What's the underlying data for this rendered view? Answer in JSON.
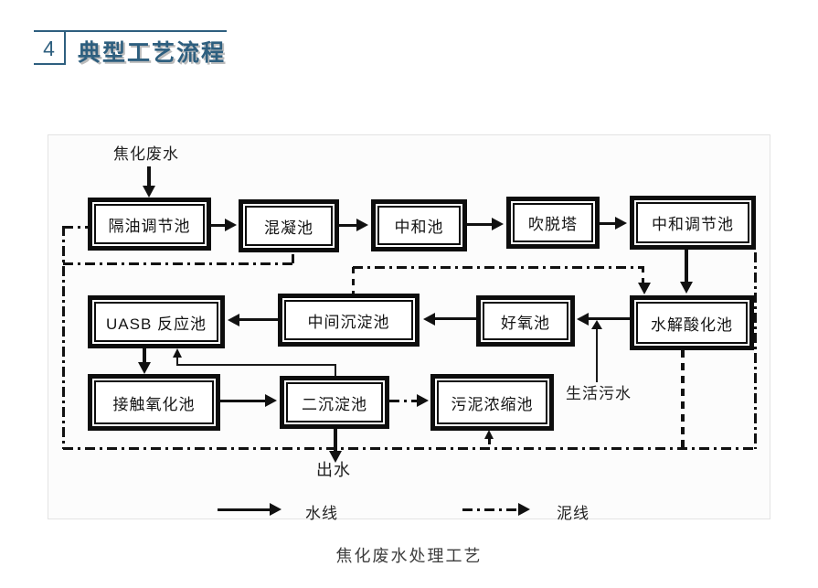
{
  "header": {
    "number": "4",
    "title": "典型工艺流程"
  },
  "colors": {
    "accent": "#2e5f7f",
    "diagram_line": "#111111",
    "title_shadow": "#bcbcbc"
  },
  "diagram": {
    "source_label": "焦化废水",
    "nodes": {
      "geyou": "隔油调节池",
      "hunning": "混凝池",
      "zhonghe": "中和池",
      "chuituo": "吹脱塔",
      "zhonghetiaojie": "中和调节池",
      "uasb": "UASB 反应池",
      "zhongjian": "中间沉淀池",
      "haoyang": "好氧池",
      "shuijie": "水解酸化池",
      "jiechu": "接触氧化池",
      "erchen": "二沉淀池",
      "wuni": "污泥浓缩池"
    },
    "labels": {
      "domestic_sewage": "生活污水",
      "effluent": "出水"
    },
    "legend": {
      "water_line": "水线",
      "sludge_line": "泥线"
    },
    "caption": "焦化废水处理工艺"
  }
}
